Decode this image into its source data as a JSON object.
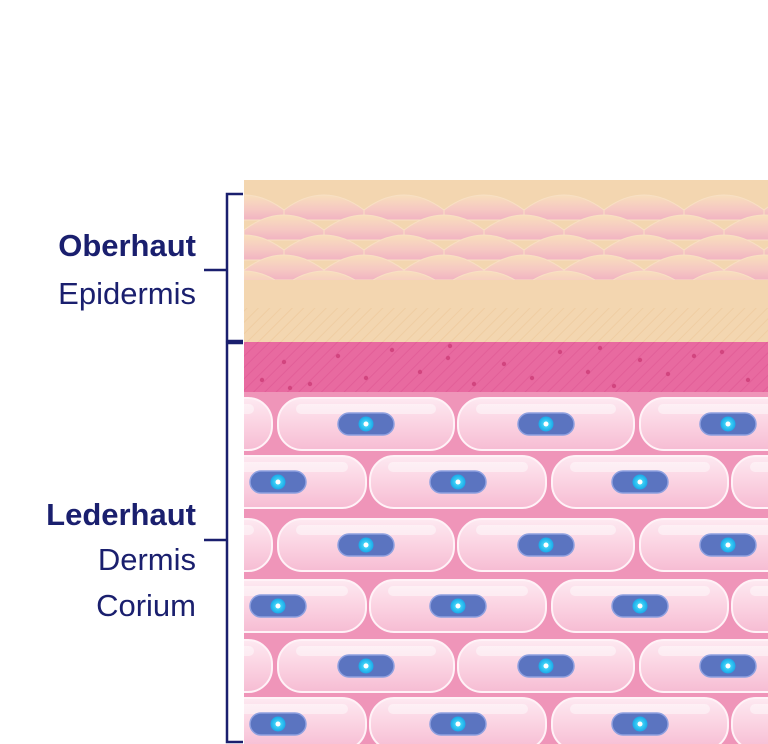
{
  "labels": {
    "epidermis": {
      "primary": "Oberhaut",
      "secondary": "Epidermis"
    },
    "dermis": {
      "primary": "Lederhaut",
      "secondary": [
        "Dermis",
        "Corium"
      ]
    }
  },
  "colors": {
    "navy": "#1a1f6e",
    "epidermis_top": "#f6d7b2",
    "epidermis_bottom": "#f3d6b0",
    "scale_pink": "#f1b7c2",
    "stratum_basale": "#e86aa0",
    "dermis_bg": "#ef95b9",
    "cell_fill": "#fbdce8",
    "nucleus": "#5b74c0",
    "nucleus_core": "#21c4f2"
  }
}
